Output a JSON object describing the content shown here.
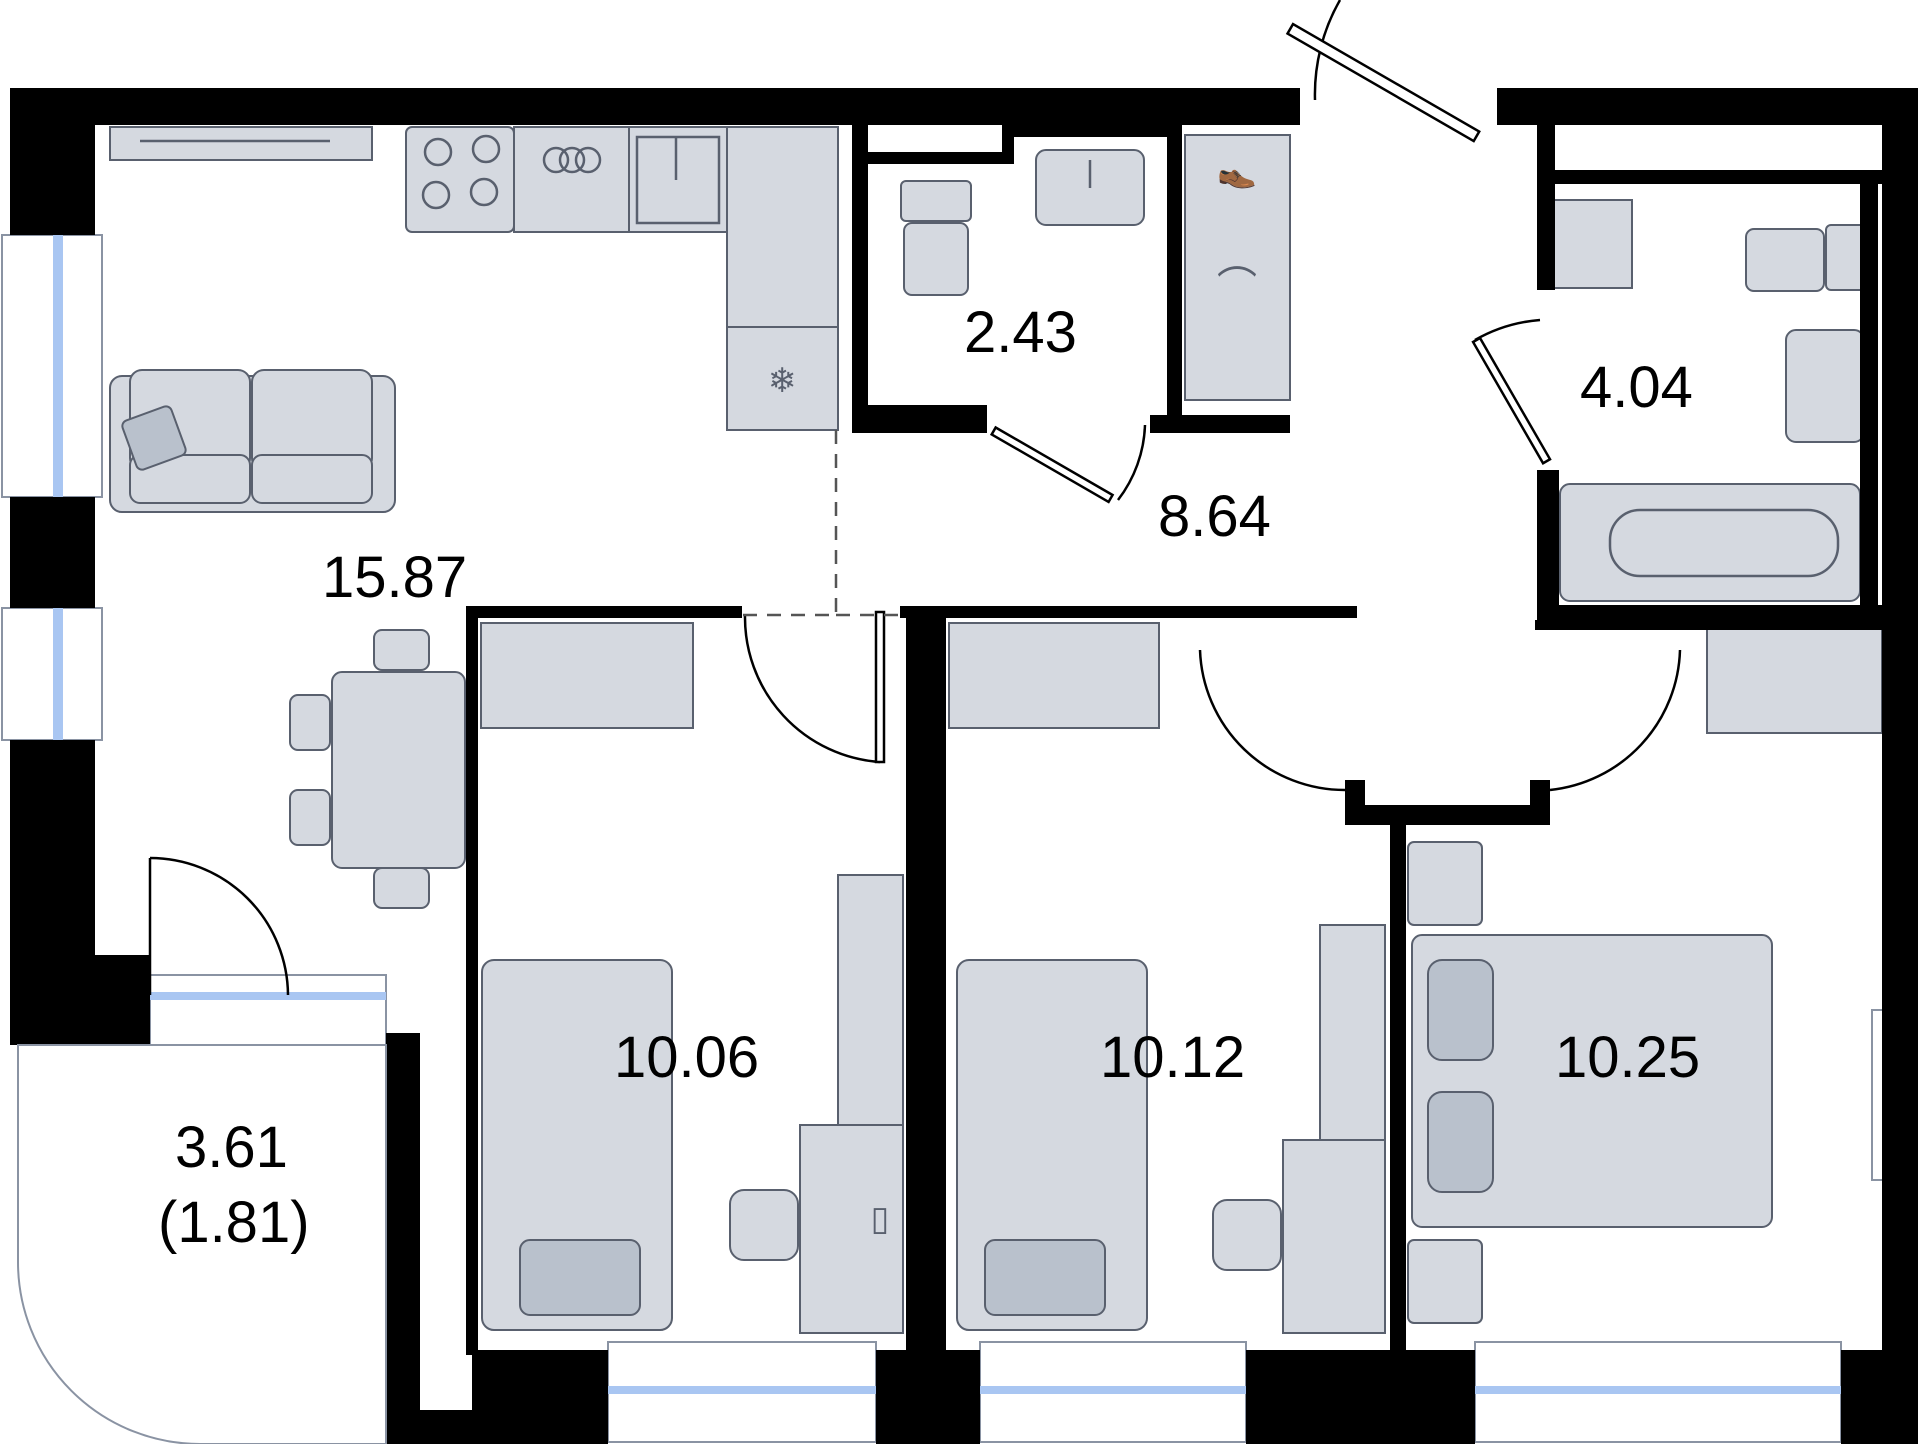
{
  "rooms": [
    {
      "id": "living-kitchen",
      "area": "15.87"
    },
    {
      "id": "wc",
      "area": "2.43"
    },
    {
      "id": "hall",
      "area": "8.64"
    },
    {
      "id": "bathroom",
      "area": "4.04"
    },
    {
      "id": "bedroom-1",
      "area": "10.06"
    },
    {
      "id": "bedroom-2",
      "area": "10.12"
    },
    {
      "id": "bedroom-3",
      "area": "10.25"
    }
  ],
  "balcony": {
    "area": "3.61",
    "reduced_area": "(1.81)"
  },
  "colors": {
    "wall": "#000000",
    "furniture": "#d5d9e0",
    "glass": "#a9c6f2",
    "outline": "#59606e"
  },
  "icons": [
    "snowflake-icon",
    "hanger-icon",
    "shoe-icon",
    "plant-icon",
    "monitor-icon"
  ]
}
